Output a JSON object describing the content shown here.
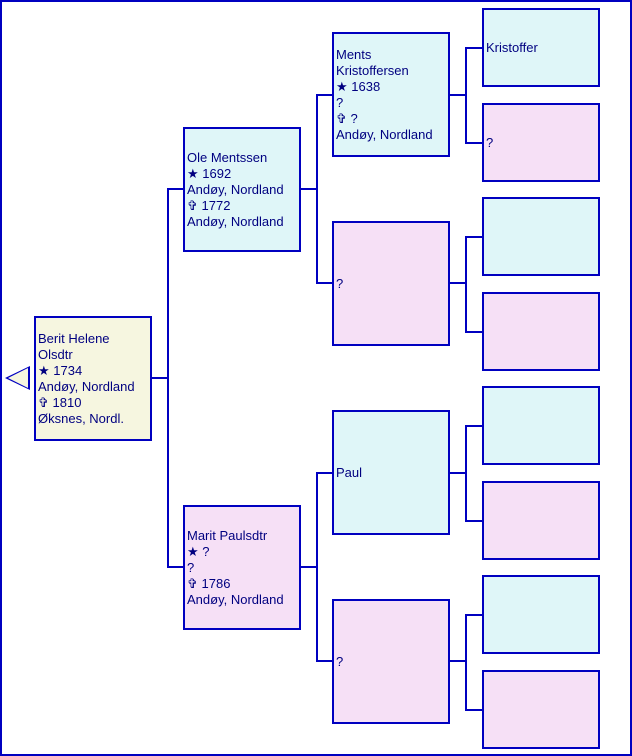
{
  "colors": {
    "line": "#0000c0",
    "text": "#000080",
    "male": "#dff6f8",
    "female": "#f6e0f6",
    "subject": "#f6f6e0"
  },
  "people": {
    "subject": {
      "lines": [
        "Berit Helene",
        "Olsdtr",
        "★ 1734",
        "Andøy, Nordland",
        "✞ 1810",
        "Øksnes, Nordl."
      ]
    },
    "father": {
      "lines": [
        "Ole Mentssen",
        "★ 1692",
        "Andøy, Nordland",
        "✞ 1772",
        "Andøy, Nordland"
      ]
    },
    "mother": {
      "lines": [
        "Marit Paulsdtr",
        "★ ?",
        "?",
        "✞ 1786",
        "Andøy, Nordland"
      ]
    },
    "ff": {
      "lines": [
        "Ments",
        "Kristoffersen",
        "★ 1638",
        "?",
        "✞ ?",
        "Andøy, Nordland"
      ]
    },
    "fm": {
      "lines": [
        "?"
      ]
    },
    "mf": {
      "lines": [
        "Paul"
      ]
    },
    "mm": {
      "lines": [
        "?"
      ]
    },
    "fff": {
      "lines": [
        "Kristoffer"
      ]
    },
    "ffm": {
      "lines": [
        "?"
      ]
    }
  }
}
